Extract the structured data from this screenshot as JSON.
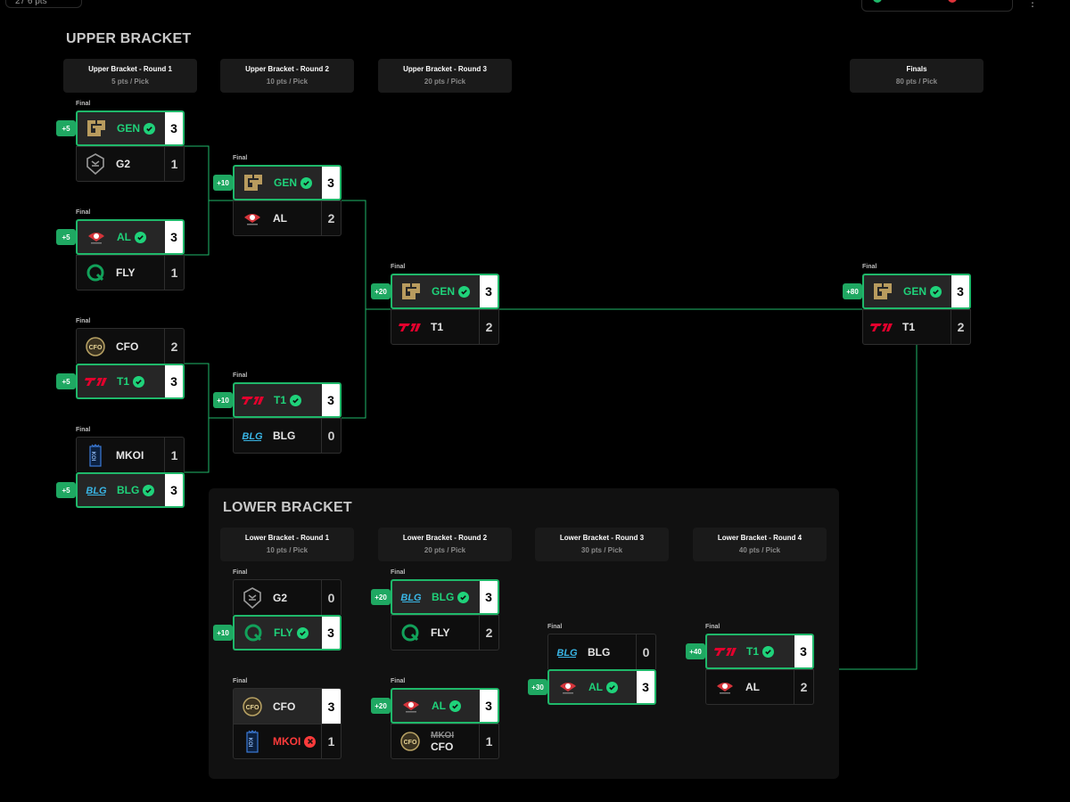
{
  "top": {
    "points": "27 6 pts"
  },
  "colors": {
    "accent": "#1fb86a",
    "loss": "#ff3b3b",
    "panel": "#111111"
  },
  "upper": {
    "title": "UPPER BRACKET",
    "rounds": [
      {
        "title": "Upper Bracket - Round 1",
        "pts": "5 pts / Pick"
      },
      {
        "title": "Upper Bracket - Round 2",
        "pts": "10 pts / Pick"
      },
      {
        "title": "Upper Bracket - Round 3",
        "pts": "20 pts / Pick"
      },
      {
        "title": "Finals",
        "pts": "80 pts / Pick"
      }
    ],
    "matches": [
      {
        "status": "Final",
        "badge": "+5",
        "t1": {
          "name": "GEN",
          "score": "3",
          "logo": "gen-logo"
        },
        "t2": {
          "name": "G2",
          "score": "1",
          "logo": "g2-logo"
        }
      },
      {
        "status": "Final",
        "badge": "+5",
        "t1": {
          "name": "AL",
          "score": "3",
          "logo": "al-logo"
        },
        "t2": {
          "name": "FLY",
          "score": "1",
          "logo": "fly-logo"
        }
      },
      {
        "status": "Final",
        "badge": "+5",
        "t1": {
          "name": "CFO",
          "score": "2",
          "logo": "cfo-logo"
        },
        "t2": {
          "name": "T1",
          "score": "3",
          "logo": "t1-logo"
        }
      },
      {
        "status": "Final",
        "badge": "+5",
        "t1": {
          "name": "MKOI",
          "score": "1",
          "logo": "mkoi-logo"
        },
        "t2": {
          "name": "BLG",
          "score": "3",
          "logo": "blg-logo"
        }
      },
      {
        "status": "Final",
        "badge": "+10",
        "t1": {
          "name": "GEN",
          "score": "3",
          "logo": "gen-logo"
        },
        "t2": {
          "name": "AL",
          "score": "2",
          "logo": "al-logo"
        }
      },
      {
        "status": "Final",
        "badge": "+10",
        "t1": {
          "name": "T1",
          "score": "3",
          "logo": "t1-logo"
        },
        "t2": {
          "name": "BLG",
          "score": "0",
          "logo": "blg-logo"
        }
      },
      {
        "status": "Final",
        "badge": "+20",
        "t1": {
          "name": "GEN",
          "score": "3",
          "logo": "gen-logo"
        },
        "t2": {
          "name": "T1",
          "score": "2",
          "logo": "t1-logo"
        }
      },
      {
        "status": "Final",
        "badge": "+80",
        "t1": {
          "name": "GEN",
          "score": "3",
          "logo": "gen-logo"
        },
        "t2": {
          "name": "T1",
          "score": "2",
          "logo": "t1-logo"
        }
      }
    ]
  },
  "lower": {
    "title": "LOWER BRACKET",
    "rounds": [
      {
        "title": "Lower Bracket - Round 1",
        "pts": "10 pts / Pick"
      },
      {
        "title": "Lower Bracket - Round 2",
        "pts": "20 pts / Pick"
      },
      {
        "title": "Lower Bracket - Round 3",
        "pts": "30 pts / Pick"
      },
      {
        "title": "Lower Bracket - Round 4",
        "pts": "40 pts / Pick"
      }
    ],
    "matches": [
      {
        "status": "Final",
        "badge": "+10",
        "t1": {
          "name": "G2",
          "score": "0",
          "logo": "g2-logo"
        },
        "t2": {
          "name": "FLY",
          "score": "3",
          "logo": "fly-logo"
        }
      },
      {
        "status": "Final",
        "t1": {
          "name": "CFO",
          "score": "3",
          "logo": "cfo-logo"
        },
        "t2": {
          "name": "MKOI",
          "score": "1",
          "logo": "mkoi-logo"
        }
      },
      {
        "status": "Final",
        "badge": "+20",
        "t1": {
          "name": "BLG",
          "score": "3",
          "logo": "blg-logo"
        },
        "t2": {
          "name": "FLY",
          "score": "2",
          "logo": "fly-logo"
        }
      },
      {
        "status": "Final",
        "badge": "+20",
        "t1": {
          "name": "AL",
          "score": "3",
          "logo": "al-logo"
        },
        "t2": {
          "struck": "MKOI",
          "name": "CFO",
          "score": "1",
          "logo": "cfo-logo"
        }
      },
      {
        "status": "Final",
        "badge": "+30",
        "t1": {
          "name": "BLG",
          "score": "0",
          "logo": "blg-logo"
        },
        "t2": {
          "name": "AL",
          "score": "3",
          "logo": "al-logo"
        }
      },
      {
        "status": "Final",
        "badge": "+40",
        "t1": {
          "name": "T1",
          "score": "3",
          "logo": "t1-logo"
        },
        "t2": {
          "name": "AL",
          "score": "2",
          "logo": "al-logo"
        }
      }
    ]
  }
}
